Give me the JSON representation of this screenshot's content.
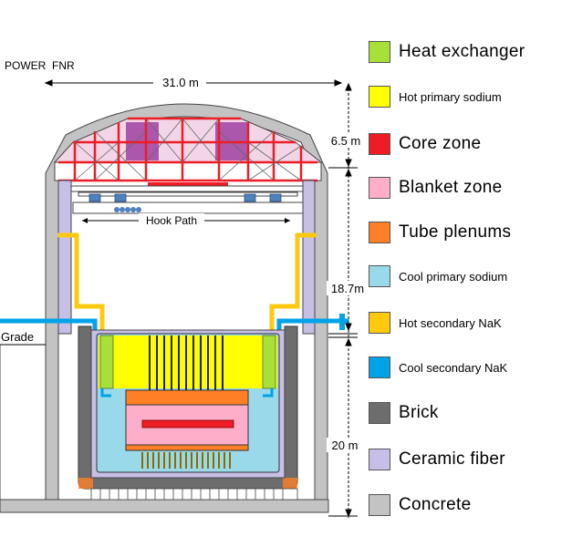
{
  "title": "POWER  FNR",
  "dimensions": {
    "width": "31.0 m",
    "dome_height": "6.5 m",
    "upper_height": "18.7m",
    "lower_height": "20 m"
  },
  "labels": {
    "hook_path": "Hook Path",
    "grade": "Grade"
  },
  "legend": [
    {
      "label": "Heat  exchanger",
      "color": "#a8e03a",
      "size": "big"
    },
    {
      "label": "Hot primary sodium",
      "color": "#ffff00",
      "size": "small"
    },
    {
      "label": "Core zone",
      "color": "#ee1c24",
      "size": "big"
    },
    {
      "label": "Blanket zone",
      "color": "#ffaec9",
      "size": "big"
    },
    {
      "label": "Tube  plenums",
      "color": "#ff7f27",
      "size": "big"
    },
    {
      "label": "Cool primary sodium",
      "color": "#99d9ea",
      "size": "small"
    },
    {
      "label": "Hot secondary NaK",
      "color": "#ffc90e",
      "size": "small"
    },
    {
      "label": "Cool secondary NaK",
      "color": "#00a2e8",
      "size": "small"
    },
    {
      "label": "Brick",
      "color": "#6d6d6d",
      "size": "big"
    },
    {
      "label": "Ceramic  fiber",
      "color": "#c8bfe7",
      "size": "big"
    },
    {
      "label": "Concrete",
      "color": "#c3c3c3",
      "size": "big"
    }
  ],
  "colors": {
    "roof_purple": "#a349a4",
    "truss_red": "#ee1c24",
    "beam_blue": "#4f81bd",
    "bolt_brown": "#b5651d"
  }
}
